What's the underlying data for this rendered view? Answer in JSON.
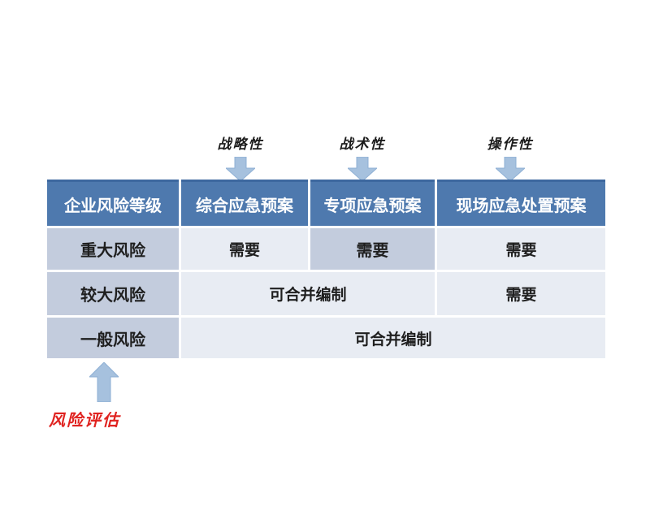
{
  "top_labels": [
    {
      "text": "战略性"
    },
    {
      "text": "战术性"
    },
    {
      "text": "操作性"
    }
  ],
  "table": {
    "headers": [
      {
        "text": "企业风险等级"
      },
      {
        "text": "综合应急预案"
      },
      {
        "text": "专项应急预案"
      },
      {
        "text": "现场应急处置预案"
      }
    ],
    "rows": [
      {
        "level": "重大风险",
        "cells": [
          {
            "text": "需要"
          },
          {
            "text": "需要"
          },
          {
            "text": "需要"
          }
        ]
      },
      {
        "level": "较大风险",
        "cells": [
          {
            "text": "可合并编制"
          },
          {
            "text": "需要"
          }
        ]
      },
      {
        "level": "一般风险",
        "cells": [
          {
            "text": "可合并编制"
          }
        ]
      }
    ]
  },
  "bottom_label": "风险评估",
  "colors": {
    "header_bg": "#4e79ae",
    "header_top_edge": "#3d689f",
    "dark_cell_bg": "#c3ccdd",
    "light_cell_bg": "#e8ecf3",
    "arrow_fill": "#a6c1de",
    "arrow_edge": "#8fb0d4",
    "assessment_red": "#e02320"
  }
}
